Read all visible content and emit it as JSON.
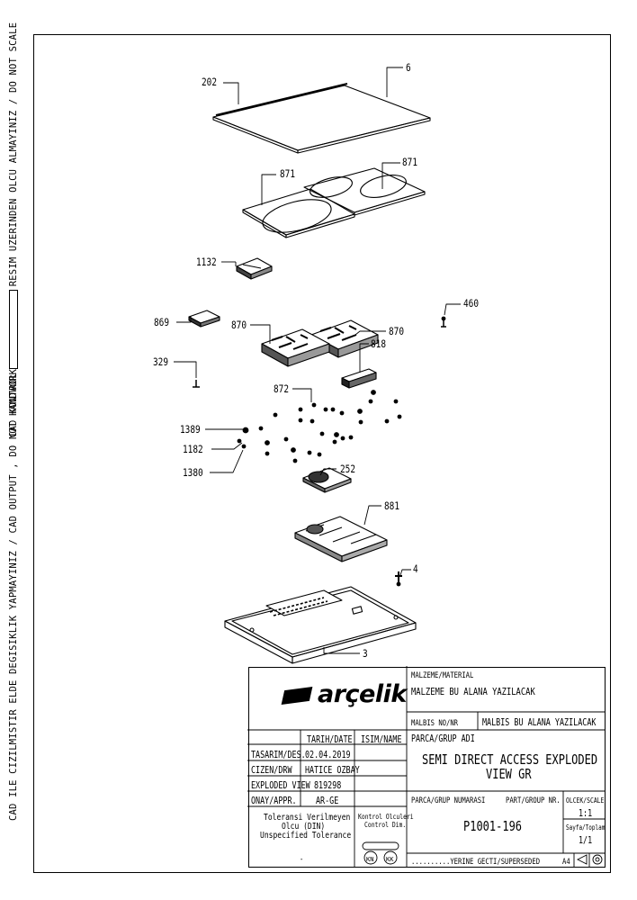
{
  "side_texts": {
    "left": "CAD ILE CIZILMISTIR ELDE DEGISIKLIK YAPMAYINIZ / CAD OUTPUT , DO NOT HANDWORK",
    "right_a": "CAD KONTROL",
    "right_b": "RESIM UZERINDEN OLCU ALMAYINIZ / DO NOT SCALE"
  },
  "parts": {
    "p202": "202",
    "p6": "6",
    "p871a": "871",
    "p871b": "871",
    "p1132": "1132",
    "p460": "460",
    "p869": "869",
    "p870a": "870",
    "p870b": "870",
    "p818": "818",
    "p329": "329",
    "p872": "872",
    "p1389": "1389",
    "p1182": "1182",
    "p1380": "1380",
    "p252": "252",
    "p881": "881",
    "p4": "4",
    "p3": "3"
  },
  "title_block": {
    "logo": "arçelik",
    "material_label": "MALZEME/MATERIAL",
    "material_value": "MALZEME BU ALANA YAZILACAK",
    "malbis_label": "MALBIS NO/NR",
    "malbis_value": "MALBIS BU ALANA YAZILACAK",
    "group_name_label": "PARCA/GRUP ADI",
    "title_line1": "SEMI DIRECT ACCESS EXPLODED",
    "title_line2": "VIEW GR",
    "col_date": "TARIH/DATE",
    "col_name": "ISIM/NAME",
    "rows": [
      {
        "label": "TASARIM/DES.",
        "value": "02.04.2019"
      },
      {
        "label": "CIZEN/DRW",
        "value": "HATICE OZBAY"
      },
      {
        "label": "EXPLODED VIEW",
        "value": "819298"
      },
      {
        "label": "ONAY/APPR.",
        "value": "AR-GE"
      }
    ],
    "group_number_label": "PARCA/GRUP NUMARASI",
    "part_group_label": "PART/GROUP NR.",
    "scale_label": "OLCEK/SCALE",
    "scale_value": "1:1",
    "part_number": "P1001-196",
    "sheet_label": "Sayfa/Toplam",
    "sheet_value": "1/1",
    "tolerance_l1": "Toleransi Verilmeyen",
    "tolerance_l2": "Olcu (DIN)",
    "tolerance_l3": "Unspecified Tolerance",
    "tolerance_dash": "-",
    "control_l1": "Kontrol Olculeri",
    "control_l2": "Control Dim.",
    "kn": "KN",
    "kk": "KK",
    "superseded": "..........YERINE GECTI/SUPERSEDED",
    "paper": "A4"
  }
}
